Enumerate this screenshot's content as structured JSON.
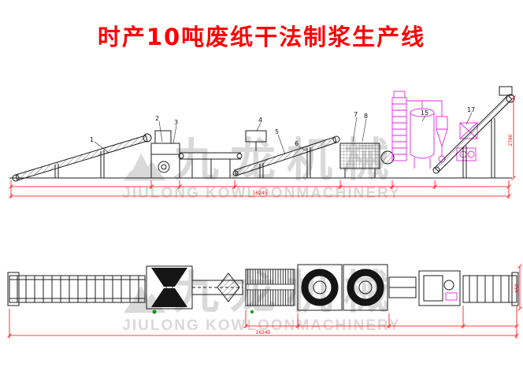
{
  "title": "时产10吨废纸干法制浆生产线",
  "watermark": {
    "cn": "九龙机械",
    "en": "JIULONG KOWLOONMACHINERY"
  },
  "colors": {
    "title": "#ff0000",
    "dimension": "#ff0000",
    "magenta": "#e326e3",
    "watermark": "#d9d9d9",
    "line": "#1c1c1c",
    "green": "#009a00"
  },
  "elevation": {
    "labels": {
      "l1": "1",
      "l2": "2",
      "l3": "3",
      "l4": "4",
      "l5": "5",
      "l6": "6",
      "l7": "7",
      "l8": "8",
      "l15": "15",
      "l17": "17"
    },
    "dims": {
      "overall": "16245",
      "height": "2780"
    }
  },
  "plan": {
    "dims": {
      "overall": "16245",
      "width": "650"
    }
  }
}
